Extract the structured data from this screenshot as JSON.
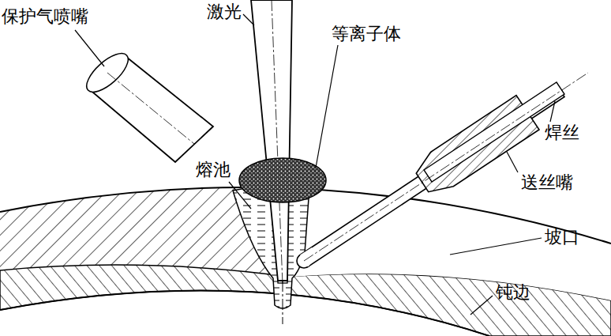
{
  "diagram": {
    "labels": [
      "激光",
      "保护气喷嘴",
      "等离子体",
      "熔池",
      "焊丝",
      "送丝嘴",
      "坡口",
      "钝边"
    ]
  }
}
